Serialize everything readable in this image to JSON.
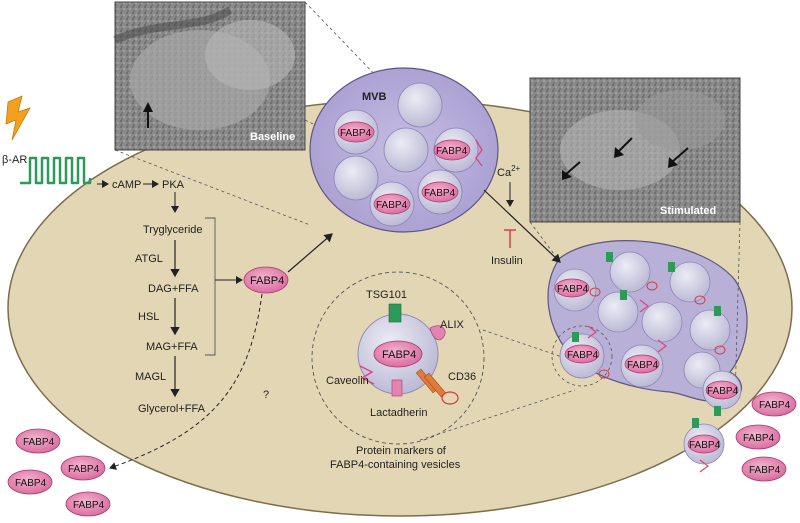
{
  "labels": {
    "beta_ar": "β-AR",
    "camp": "cAMP",
    "pka": "PKA",
    "tryglyceride": "Tryglyceride",
    "atgl": "ATGL",
    "dag_ffa": "DAG+FFA",
    "hsl": "HSL",
    "mag_ffa": "MAG+FFA",
    "magl": "MAGL",
    "glycerol_ffa": "Glycerol+FFA",
    "question": "?",
    "mvb": "MVB",
    "ca": "Ca",
    "ca_sup": "2+",
    "insulin": "Insulin",
    "baseline": "Baseline",
    "stimulated": "Stimulated",
    "tsg101": "TSG101",
    "alix": "ALIX",
    "caveolin": "Caveolin",
    "cd36": "CD36",
    "lactadherin": "Lactadherin",
    "markers_line1": "Protein markers of",
    "markers_line2": "FABP4-containing vesicles",
    "fabp4": "FABP4"
  },
  "colors": {
    "cell_fill": "#e3d6b4",
    "vesicle_fill": "#b9b0d8",
    "fabp4_fill": "#e383b0",
    "receptor": "#2e9a5a",
    "lightning": "#f2a020",
    "insulin_inhibit": "#e0465a"
  }
}
